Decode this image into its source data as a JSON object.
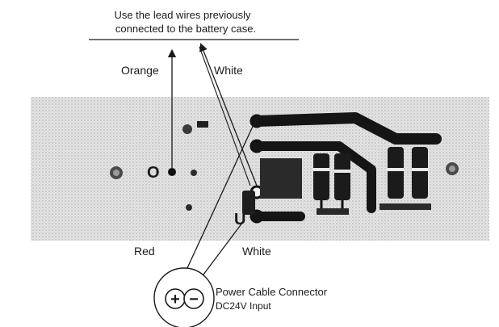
{
  "note": {
    "line1": "Use the lead wires previously",
    "line2": "connected to the battery case."
  },
  "labels": {
    "orange": "Orange",
    "white_top": "White",
    "red": "Red",
    "white_bottom": "White"
  },
  "connector": {
    "title": "Power Cable Connector",
    "subtitle": "DC24V Input",
    "plus_symbol": "+",
    "minus_symbol": "−"
  },
  "board": {
    "marking_o": "O",
    "marking_u": "U"
  },
  "colors": {
    "ink": "#1a1a1a",
    "board_gray": "#d9d9d9",
    "trace": "#151515"
  }
}
